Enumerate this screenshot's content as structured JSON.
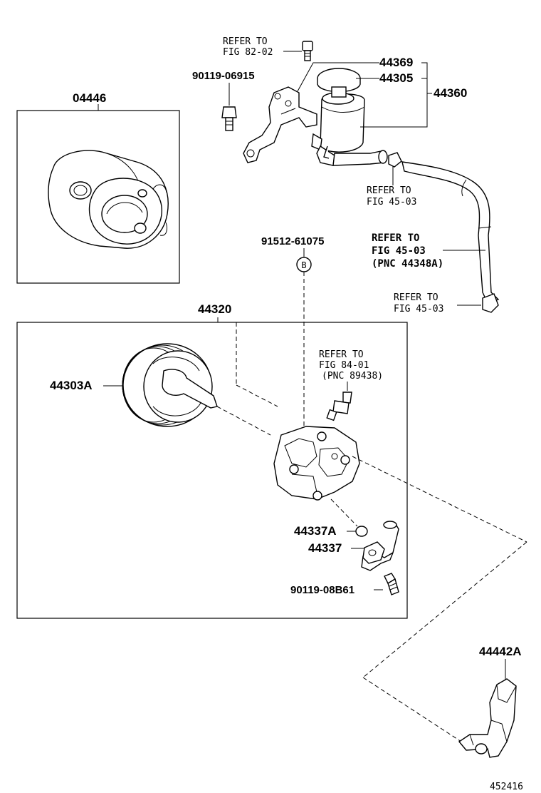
{
  "diagram": {
    "part_numbers": {
      "p04446": "04446",
      "p44369": "44369",
      "p44305": "44305",
      "p44360": "44360",
      "p9011906915": "90119-06915",
      "p9151261075": "91512-61075",
      "p44320": "44320",
      "p44303A": "44303A",
      "p44337A": "44337A",
      "p44337": "44337",
      "p9011908B61": "90119-08B61",
      "p44442A": "44442A"
    },
    "references": {
      "ref_82_02": {
        "line1": "REFER TO",
        "line2": "FIG 82-02"
      },
      "ref_45_03_top": {
        "line1": "REFER TO",
        "line2": "FIG 45-03"
      },
      "ref_45_03_pnc": {
        "line1": "REFER TO",
        "line2": "FIG 45-03",
        "line3": "(PNC 44348A)"
      },
      "ref_45_03_bottom": {
        "line1": "REFER TO",
        "line2": "FIG 45-03"
      },
      "ref_84_01": {
        "line1": "REFER TO",
        "line2": "FIG 84-01",
        "line3": "(PNC 89438)"
      }
    },
    "callout_marker": "B",
    "figure_id": "452416"
  }
}
